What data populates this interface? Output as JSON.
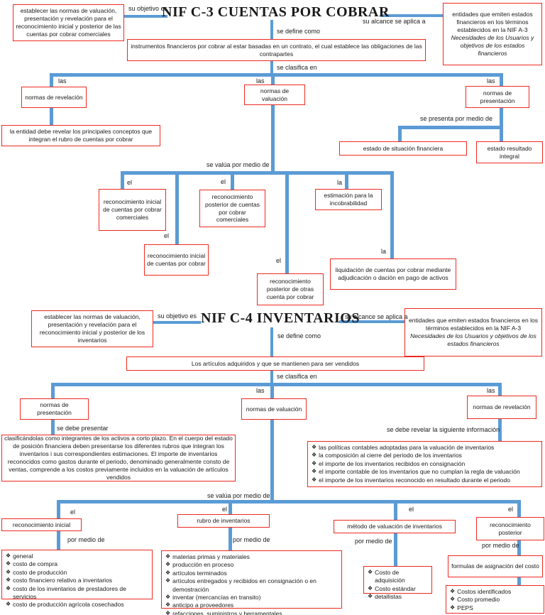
{
  "colors": {
    "connector_blue": "#5b9bd5",
    "box_border_red": "#ee2a1f",
    "text": "#1a1a1a"
  },
  "articles": {
    "las": "las",
    "el": "el",
    "la": "la"
  },
  "bullet_glyph": "❖",
  "c3": {
    "title": "NIF C-3 CUENTAS POR COBRAR",
    "objetivo_label": "su objetivo es",
    "objetivo": "establecer las normas de valuación, presentación y revelación para el reconocimiento inicial y posterior de las cuentas por cobrar comerciales",
    "alcance_label": "su alcance se aplica a",
    "alcance": "entidades que emiten estados financieros en los términos establecidos en la NIF A-3",
    "alcance_italic": "Necesidades de los Usuarios y objetivos de los estados financieros",
    "define_label": "se define como",
    "definicion": "instrumentos financieros por cobrar al estar basadas en un contrato, el cual establece las obligaciones de las contrapartes",
    "clasifica_label": "se clasifica en",
    "normas_revelacion": "normas de revelación",
    "normas_valuacion": "normas de valuación",
    "normas_presentacion": "normas de presentación",
    "revelacion_detalle": "la entidad debe revelar los principales conceptos que integran el rubro de cuentas por cobrar",
    "presenta_label": "se presenta por medio de",
    "estado_situacion": "estado de situación financiera",
    "estado_resultado": "estado resultado integral",
    "valua_label": "se valúa por medio de",
    "rec_inicial_comerciales": "reconocimiento inicial de cuentas por cobrar comerciales",
    "rec_posterior_comerciales": "reconocimiento posterior de cuentas por cobrar comerciales",
    "estimacion": "estimación para la incobrabilidad",
    "rec_inicial": "reconocimiento inicial de cuentas por cobrar",
    "rec_posterior_otras": "reconocimiento posterior de otras cuenta por cobrar",
    "liquidacion": "liquidación de cuentas por cobrar mediante adjudicación o dación en pago de activos"
  },
  "c4": {
    "title": "NIF C-4 INVENTARIOS",
    "objetivo_label": "su objetivo es",
    "objetivo": "establecer las normas de valuación, presentación y revelación para el reconocimiento inicial y posterior de los inventarios",
    "alcance_label": "su alcance se aplica a",
    "alcance": "entidades que emiten estados financieros en los términos establecidos en la NIF A-3",
    "alcance_italic": "Necesidades de los Usuarios y objetivos de los estados financieros",
    "define_label": "se define como",
    "definicion": "Los artículos adquiridos y que se mantienen para ser vendidos",
    "clasifica_label": "se clasifica en",
    "normas_presentacion": "normas de presentación",
    "normas_valuacion": "normas de valuación",
    "normas_revelacion": "normas de revelación",
    "debe_presentar_label": "se debe presentar",
    "presentacion_detalle": "clasificándolas como integrantes de los activos a corto plazo. En el cuerpo del estado de posición financiera deben presentarse los diferentes rubros que integran los inventarios i sus correspondientes estimaciones. El importe de inventarios reconocidos como gastos durante el periodo, denominado generalmente consto de ventas, comprende a los costos previamente incluidos en la valuación de artículos vendidos",
    "debe_revelar_label": "se debe revelar la siguiente información",
    "revelacion_items": [
      "las políticas contables adoptadas para la valuación de inventarios",
      "la composición al cierre del periodo de los inventarios",
      "el importe de los inventarios recibidos en consignación",
      "el importe contable de los inventarios que no cumplan la regla de valuación",
      "el importe de los inventarios reconocido en resultado durante el periodo"
    ],
    "valua_label": "se valúa por medio de",
    "por_medio_label": "por medio de",
    "rec_inicial": "reconocimiento inicial",
    "rubro": "rubro de inventarios",
    "metodo": "método de valuación de inventarios",
    "rec_posterior": "reconocimiento posterior",
    "rec_inicial_items": [
      "general",
      "costo de compra",
      "costo de producción",
      "costo financiero relativo a inventarios",
      "costo de los inventarios de prestadores de servicios",
      "costo de producción agrícola cosechados"
    ],
    "rubro_items": [
      "materias primas y materiales",
      "producción en proceso",
      "artículos terminados",
      "artículos entregados y recibidos en consignación o en demostración",
      "inventar (mercancías en transito)",
      "anticipo a proveedores",
      "refacciones, suministros y herramentales"
    ],
    "metodo_items": [
      "Costo de adquisición",
      "Costo estándar",
      "detallistas"
    ],
    "formulas": "formulas de asignación del costo",
    "formulas_items": [
      "Costos identificados",
      "Costo promedio",
      "PEPS"
    ]
  }
}
